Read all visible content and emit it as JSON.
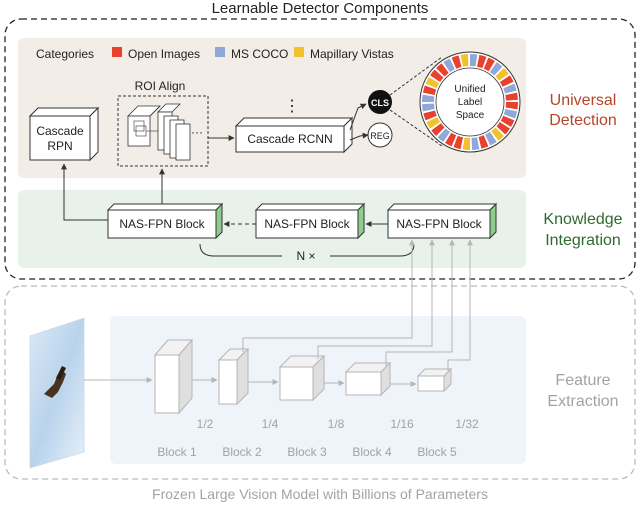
{
  "title": "Learnable Detector Components",
  "footer": "Frozen Large Vision Model with Billions of Parameters",
  "sections": {
    "universal": [
      "Universal",
      "Detection"
    ],
    "knowledge": [
      "Knowledge",
      "Integration"
    ],
    "feature": [
      "Feature",
      "Extraction"
    ]
  },
  "legend": {
    "label": "Categories",
    "items": [
      {
        "name": "Open Images",
        "color": "#e8412e"
      },
      {
        "name": "MS COCO",
        "color": "#8fa8d8"
      },
      {
        "name": "Mapillary Vistas",
        "color": "#f2c12e"
      }
    ]
  },
  "detection": {
    "cascade_rpn": [
      "Cascade",
      "RPN"
    ],
    "roi_align": "ROI Align",
    "roi_dots": "···",
    "cascade_rcnn": "Cascade RCNN",
    "vertical_dots": "⋮",
    "cls": "CLS",
    "reg": "REG",
    "label_space": [
      "Unified",
      "Label",
      "Space"
    ]
  },
  "integration": {
    "block_label": "NAS-FPN Block",
    "repeat": "N ×"
  },
  "backbone": {
    "blocks": [
      "Block 1",
      "Block 2",
      "Block 3",
      "Block 4",
      "Block 5"
    ],
    "scales": [
      "1/2",
      "1/4",
      "1/8",
      "1/16",
      "1/32"
    ]
  },
  "colors": {
    "universal_bg": "#f3ede8",
    "knowledge_bg": "#e9f2ea",
    "feature_bg": "#eef4f9",
    "universal_text": "#b5462a",
    "knowledge_text": "#2e6b2e",
    "feature_text": "#a3a3a3",
    "box_green": "#8ccf8c"
  }
}
